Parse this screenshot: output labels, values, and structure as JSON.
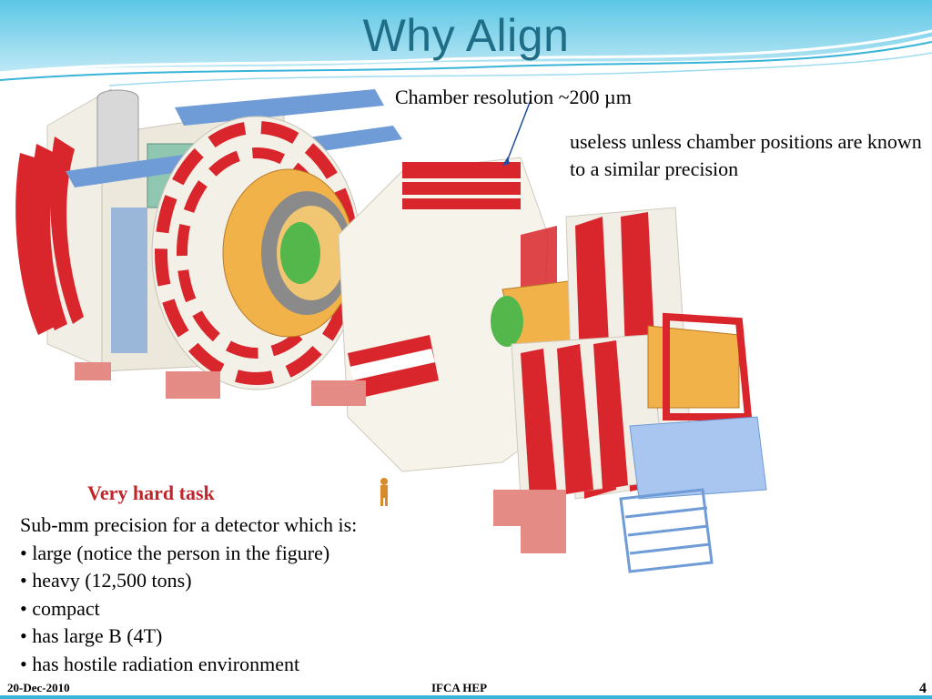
{
  "slide": {
    "title": "Why Align",
    "annotations": {
      "resolution": "Chamber resolution ~200 µm",
      "useless": "useless unless chamber positions are known to a similar precision"
    },
    "task_heading": "Very hard task",
    "bullets": [
      "Sub-mm precision for a detector which is:",
      "• large (notice the person in the figure)",
      "• heavy (12,500 tons)",
      "• compact",
      "• has large B (4T)",
      "• has hostile radiation environment"
    ],
    "footer": {
      "date": "20-Dec-2010",
      "organization": "IFCA HEP",
      "page": "4"
    }
  },
  "colors": {
    "title": "#1f6d86",
    "task_heading": "#c0262b",
    "wave_blue": "#38b4d8",
    "detector_red": "#d9262c",
    "steel_blue": "#6f9bd6",
    "yoke_white": "#f1eee6",
    "calorimeter_orange": "#f2b24a",
    "support_pink": "#e58b85"
  },
  "figure": {
    "description_icon": "detector-exploded-view-illustration"
  }
}
